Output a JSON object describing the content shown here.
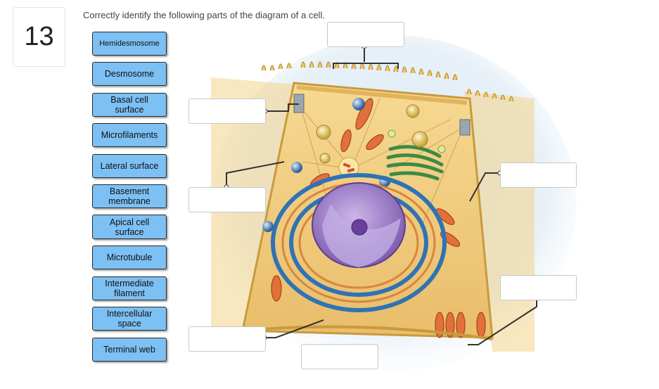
{
  "question_number": "13",
  "prompt": "Correctly identify the following parts of the diagram of a cell.",
  "terms": [
    "Hemidesmosome",
    "Desmosome",
    "Basal cell surface",
    "Microfilaments",
    "Lateral surface",
    "Basement membrane",
    "Apical cell surface",
    "Microtubule",
    "Intermediate filament",
    "Intercellular space",
    "Terminal web"
  ],
  "drop_zones": [
    {
      "label": "",
      "target": "apical-surface"
    },
    {
      "label": "",
      "target": "desmosome-junction"
    },
    {
      "label": "",
      "target": "microfilament"
    },
    {
      "label": "",
      "target": "lateral-surface"
    },
    {
      "label": "",
      "target": "basal-junction"
    },
    {
      "label": "",
      "target": "basal-surface"
    },
    {
      "label": "",
      "target": "basement-membrane"
    }
  ],
  "colors": {
    "term_fill": "#7cc0f4",
    "cytoplasm": "#f3cf82",
    "nucleus": "#9a78c4",
    "mitochondria": "#e2703a",
    "golgi": "#4f9a52",
    "er": "#2f73b4",
    "leader": "#333333"
  }
}
